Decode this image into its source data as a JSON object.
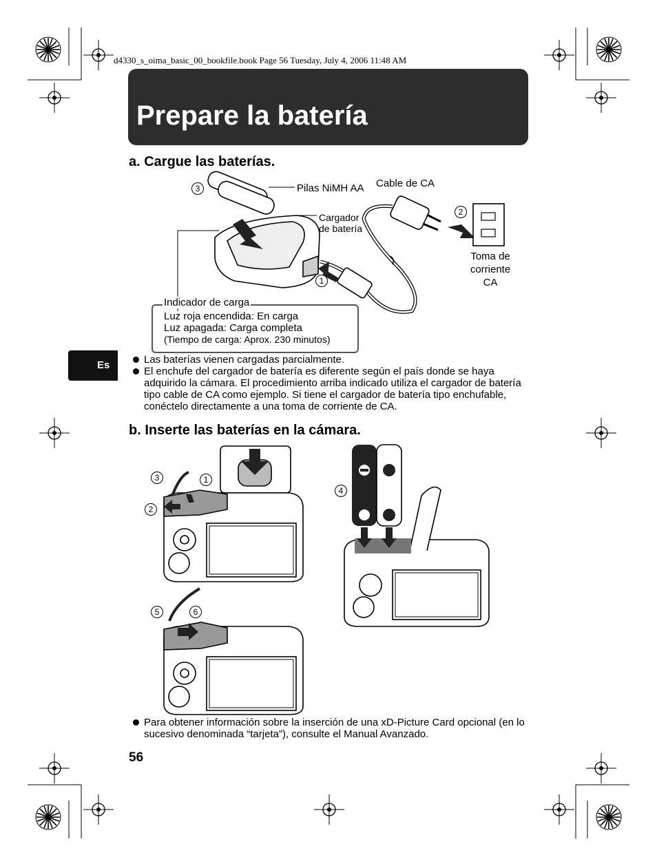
{
  "print_header": "d4330_s_oima_basic_00_bookfile.book  Page 56  Tuesday, July 4, 2006  11:48 AM",
  "title": "Prepare la batería",
  "lang_tab": "Es",
  "section_a": {
    "heading": "a.  Cargue las baterías.",
    "labels": {
      "batteries": "Pilas NiMH AA",
      "ac_cable": "Cable de CA",
      "charger_line1": "Cargador",
      "charger_line2": "de batería",
      "outlet_line1": "Toma de",
      "outlet_line2": "corriente",
      "outlet_line3": "CA"
    },
    "steps": [
      "1",
      "2",
      "3"
    ],
    "charge_indicator": {
      "title": "Indicador de carga",
      "line1": "Luz roja encendida: En carga",
      "line2": "Luz apagada: Carga completa",
      "line3": "(Tiempo de carga: Aprox. 230 minutos)"
    },
    "bullets": [
      "Las baterías vienen cargadas parcialmente.",
      "El enchufe del cargador de batería es diferente según el país donde se haya adquirido la cámara.  El procedimiento arriba indicado utiliza el cargador de batería tipo cable de CA como ejemplo. Si tiene el cargador de batería tipo enchufable, conéctelo directamente a una toma de corriente de CA."
    ]
  },
  "section_b": {
    "heading": "b.  Inserte las baterías en la cámara.",
    "steps": [
      "1",
      "2",
      "3",
      "4",
      "5",
      "6"
    ],
    "bullets": [
      "Para obtener información sobre la inserción de una xD-Picture Card opcional (en lo sucesivo denominada “tarjeta”), consulte el Manual Avanzado."
    ]
  },
  "page_number": "56"
}
